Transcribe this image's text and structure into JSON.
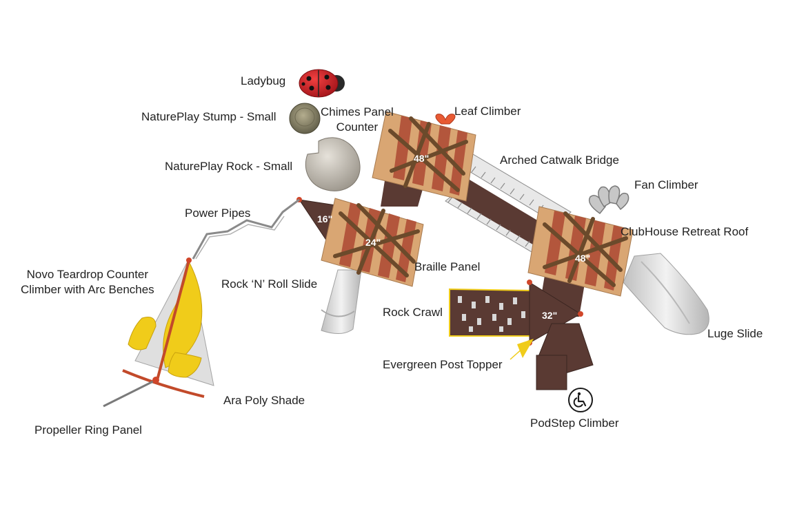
{
  "labels": {
    "ladybug": "Ladybug",
    "natureplay_stump": "NaturePlay Stump - Small",
    "chimes_panel_counter": "Chimes Panel\nCounter",
    "leaf_climber": "Leaf Climber",
    "natureplay_rock": "NaturePlay Rock - Small",
    "arched_catwalk_bridge": "Arched Catwalk Bridge",
    "fan_climber": "Fan Climber",
    "power_pipes": "Power Pipes",
    "clubhouse_roof": "ClubHouse Retreat Roof",
    "novo_teardrop": "Novo Teardrop Counter\nClimber with Arc Benches",
    "braille_panel": "Braille Panel",
    "rock_n_roll_slide": "Rock ‘N’ Roll Slide",
    "rock_crawl": "Rock Crawl",
    "luge_slide": "Luge Slide",
    "evergreen_post_topper": "Evergreen Post Topper",
    "ara_poly_shade": "Ara Poly Shade",
    "podstep_climber": "PodStep Climber",
    "propeller_ring_panel": "Propeller Ring Panel"
  },
  "heights": {
    "deck_48_left": "48\"",
    "deck_16": "16\"",
    "deck_24": "24\"",
    "deck_48_right": "48\"",
    "deck_32": "32\""
  },
  "icons": {
    "accessibility": "accessibility-icon"
  },
  "colors": {
    "tan": "#d9a673",
    "brick": "#b3563c",
    "bark": "#6b4a2b",
    "deck": "#5a3a33",
    "slide": "#d8d8d8",
    "yellow": "#f0cc1a",
    "ladybug_red": "#d91c24",
    "rail": "#8a8a8a"
  }
}
